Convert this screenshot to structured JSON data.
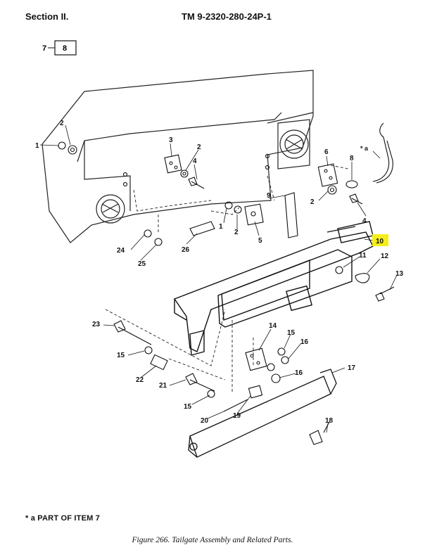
{
  "header": {
    "section": "Section II.",
    "tm_number": "TM 9-2320-280-24P-1"
  },
  "ref_box": {
    "parent_item": "7",
    "box_number": "8"
  },
  "callouts": [
    "1",
    "2",
    "3",
    "4",
    "5",
    "6",
    "7",
    "8",
    "9",
    "10",
    "11",
    "12",
    "13",
    "14",
    "15",
    "16",
    "17",
    "18",
    "19",
    "20",
    "21",
    "22",
    "23",
    "24",
    "25",
    "26"
  ],
  "note_mark": "* a",
  "footnote": "* a  PART OF ITEM 7",
  "caption": "Figure 266.  Tailgate Assembly and Related Parts.",
  "highlight": {
    "item": "10",
    "color": "#f5ee1a"
  }
}
